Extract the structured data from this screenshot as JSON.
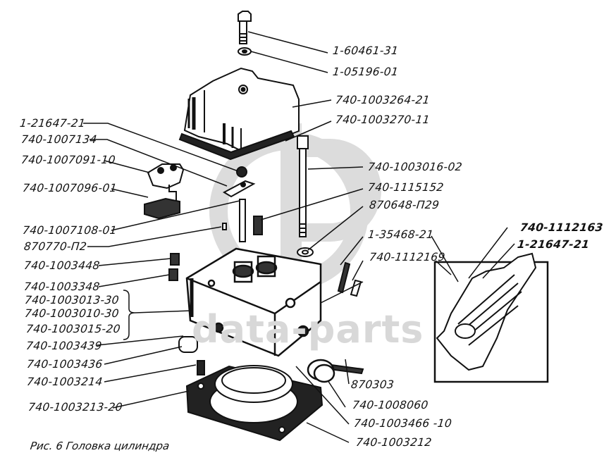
{
  "figure": {
    "caption": "Рис. 6  Головка цилиндра",
    "title": "Головка цилиндра",
    "figure_number": "6"
  },
  "watermark": {
    "text": "data-parts",
    "logo": "dp-monogram",
    "color": "#d8d8d8"
  },
  "colors": {
    "ink": "#111111",
    "background": "#ffffff"
  },
  "labels": {
    "bolt": "1-60461-31",
    "washer_top": "1-05196-01",
    "valve_cover": "740-1003264-21",
    "cover_gasket": "740-1003270-11",
    "nut_left": "1-21647-21",
    "bracket_plate": "740-1007134",
    "rocker_shaft_post": "740-1007091-10",
    "rocker_assembly": "740-1007096-01",
    "stud": "740-1007108-01",
    "pin": "870770-П2",
    "plug_upper": "740-1003448",
    "plug_lower": "740-1003348",
    "head_group": [
      "740-1003013-30",
      "740-1003010-30",
      "740-1003015-20"
    ],
    "dowel": "740-1003439",
    "plug_side": "740-1003436",
    "nozzle_sleeve": "740-1003214",
    "head_gasket": "740-1003213-20",
    "head_bolt": "740-1003016-02",
    "spring": "740-1115152",
    "bolt_washer": "870648-П29",
    "inj_stud": "1-35468-21",
    "inj_nut": "740-1112169",
    "inset_injector": "740-1112163",
    "inset_nut": "1-21647-21",
    "stud_small": "870303",
    "seat_ring": "740-1008060",
    "ring_seal": "740-1003466 -10",
    "gasket_plate": "740-1003212"
  }
}
